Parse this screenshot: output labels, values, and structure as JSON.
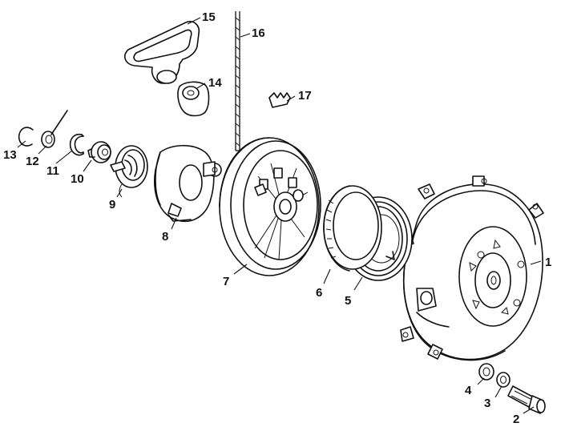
{
  "parts": [
    {
      "id": "part-1",
      "number": "1"
    },
    {
      "id": "part-2",
      "number": "2"
    },
    {
      "id": "part-3",
      "number": "3"
    },
    {
      "id": "part-4",
      "number": "4"
    },
    {
      "id": "part-5",
      "number": "5"
    },
    {
      "id": "part-6",
      "number": "6"
    },
    {
      "id": "part-7",
      "number": "7"
    },
    {
      "id": "part-8",
      "number": "8"
    },
    {
      "id": "part-9",
      "number": "9"
    },
    {
      "id": "part-10",
      "number": "10"
    },
    {
      "id": "part-11",
      "number": "11"
    },
    {
      "id": "part-12",
      "number": "12"
    },
    {
      "id": "part-13",
      "number": "13"
    },
    {
      "id": "part-14",
      "number": "14"
    },
    {
      "id": "part-15",
      "number": "15"
    },
    {
      "id": "part-16",
      "number": "16"
    },
    {
      "id": "part-17",
      "number": "17"
    }
  ]
}
